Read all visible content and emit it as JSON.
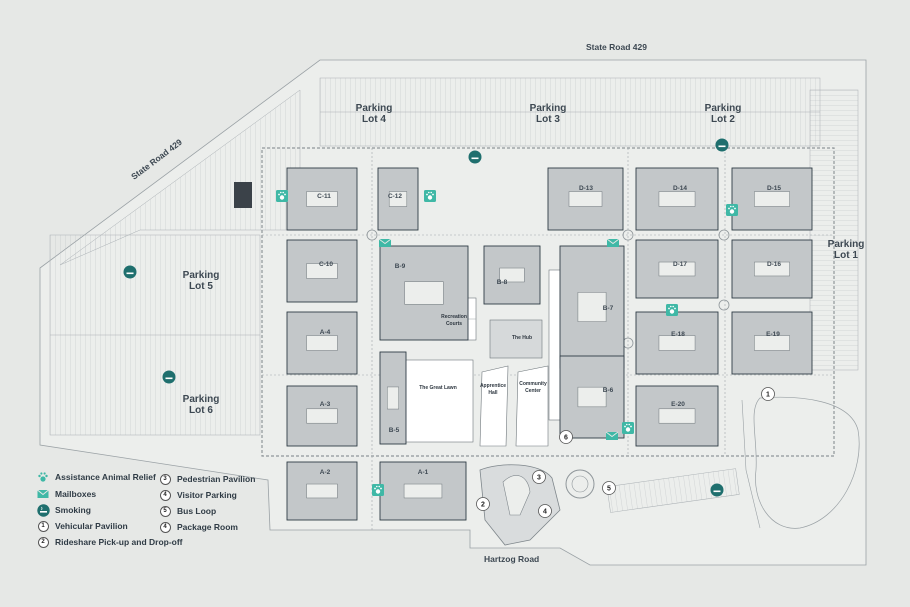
{
  "roads": {
    "north": "State Road 429",
    "northwest": "State Road 429",
    "south": "Hartzog Road"
  },
  "parking_lots": [
    {
      "id": "lot4",
      "line1": "Parking",
      "line2": "Lot 4"
    },
    {
      "id": "lot3",
      "line1": "Parking",
      "line2": "Lot 3"
    },
    {
      "id": "lot2",
      "line1": "Parking",
      "line2": "Lot 2"
    },
    {
      "id": "lot1",
      "line1": "Parking",
      "line2": "Lot 1"
    },
    {
      "id": "lot5",
      "line1": "Parking",
      "line2": "Lot 5"
    },
    {
      "id": "lot6",
      "line1": "Parking",
      "line2": "Lot 6"
    }
  ],
  "buildings": [
    "C-11",
    "C-12",
    "D-13",
    "D-14",
    "D-15",
    "C-10",
    "B-9",
    "B-8",
    "B-7",
    "D-17",
    "D-16",
    "A-4",
    "E-18",
    "E-19",
    "A-3",
    "B-6",
    "E-20",
    "B-5",
    "A-2",
    "A-1"
  ],
  "amenities": {
    "recreation": [
      "Recreation",
      "Courts"
    ],
    "the_hub": "The Hub",
    "great_lawn": "The Great Lawn",
    "apprentice": [
      "Apprentice",
      "Hall"
    ],
    "community": [
      "Community",
      "Center"
    ]
  },
  "markers": [
    "1",
    "2",
    "3",
    "4",
    "5",
    "6"
  ],
  "legend": [
    {
      "icon": "paw-icon",
      "label": "Assistance Animal Relief"
    },
    {
      "icon": "mail-icon",
      "label": "Mailboxes"
    },
    {
      "icon": "smoking-icon",
      "label": "Smoking"
    },
    {
      "icon": "1",
      "label": "Vehicular Pavilion"
    },
    {
      "icon": "2",
      "label": "Rideshare Pick-up and Drop-off"
    },
    {
      "icon": "3",
      "label": "Pedestrian Pavilion"
    },
    {
      "icon": "4",
      "label": "Visitor Parking"
    },
    {
      "icon": "5",
      "label": "Bus Loop"
    },
    {
      "icon": "4",
      "label": "Package Room"
    }
  ],
  "colors": {
    "background": "#e6e8e6",
    "building": "#c3c7c9",
    "building_outline": "#2f3b45",
    "accent_teal": "#1f6f6e",
    "mint": "#3fb8a6",
    "text": "#3d4852"
  }
}
